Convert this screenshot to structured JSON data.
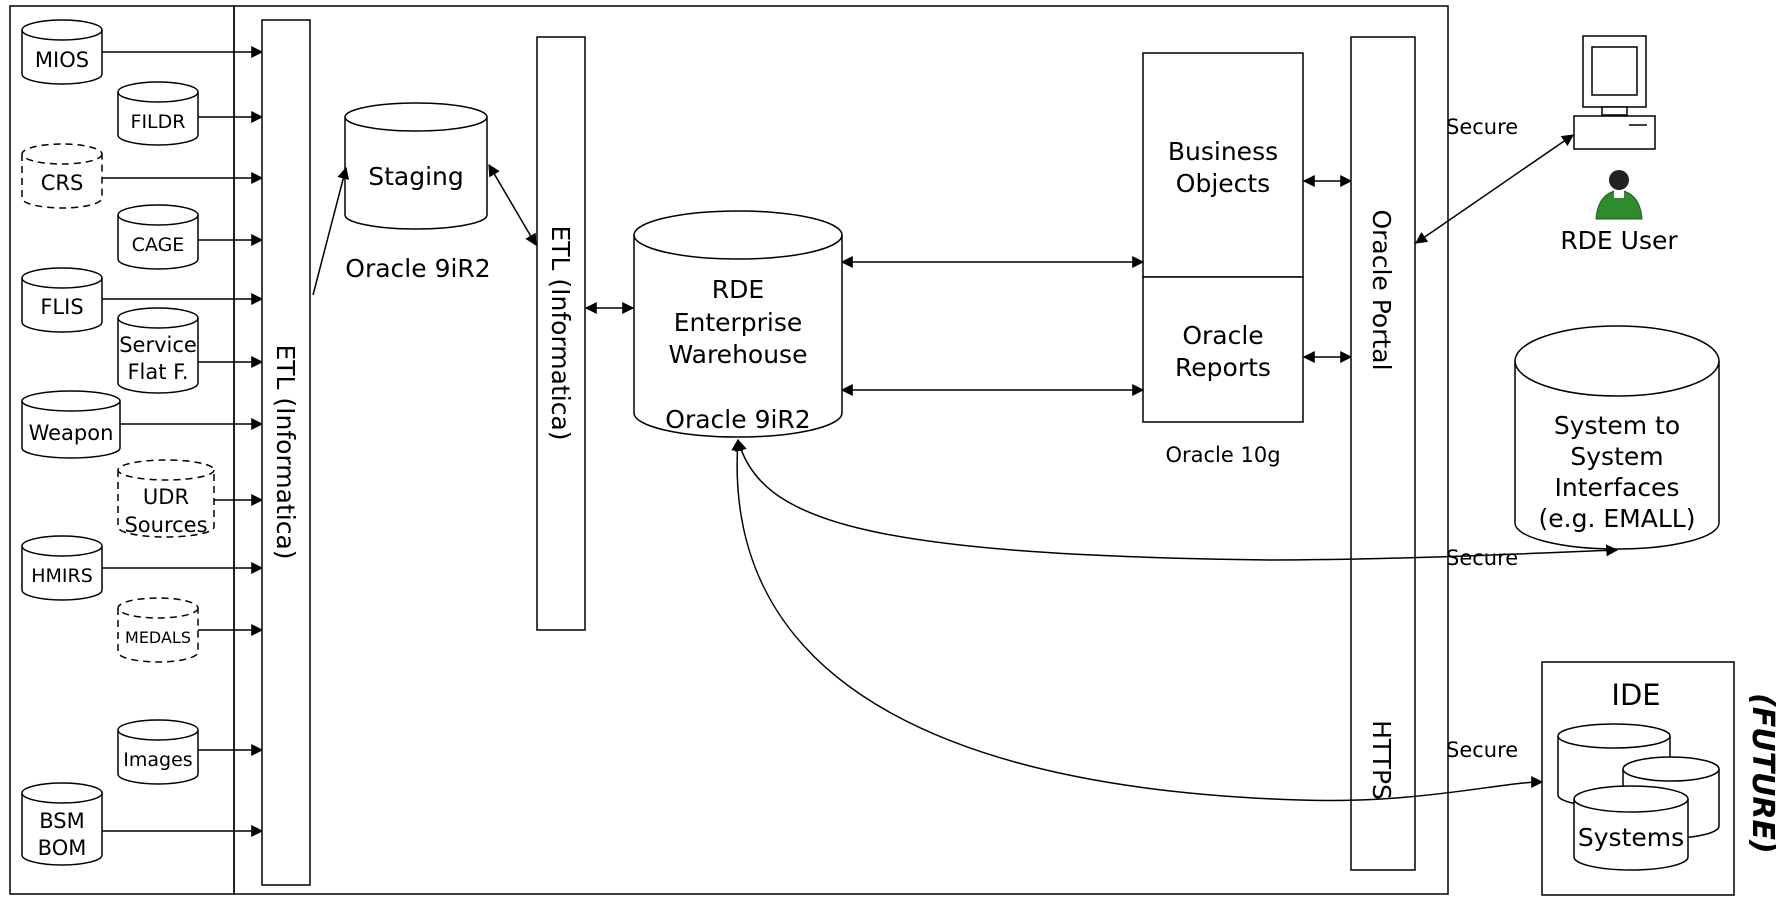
{
  "sources": [
    {
      "label": "MIOS"
    },
    {
      "label": "FILDR"
    },
    {
      "label": "CRS"
    },
    {
      "label": "CAGE"
    },
    {
      "label": "FLIS"
    },
    {
      "label_line1": "Service",
      "label_line2": "Flat F."
    },
    {
      "label": "Weapon"
    },
    {
      "label_line1": "UDR",
      "label_line2": "Sources"
    },
    {
      "label": "HMIRS"
    },
    {
      "label": "MEDALS"
    },
    {
      "label": "Images"
    },
    {
      "label_line1": "BSM",
      "label_line2": "BOM"
    }
  ],
  "etl_left": {
    "label": "ETL (Informatica)"
  },
  "staging": {
    "label": "Staging",
    "platform": "Oracle 9iR2"
  },
  "etl_middle": {
    "label": "ETL (Informatica)"
  },
  "warehouse": {
    "line1": "RDE",
    "line2": "Enterprise",
    "line3": "Warehouse",
    "platform": "Oracle 9iR2"
  },
  "business_objects": {
    "line1": "Business",
    "line2": "Objects"
  },
  "oracle_reports": {
    "line1": "Oracle",
    "line2": "Reports"
  },
  "reporting_platform": "Oracle 10g",
  "portal": {
    "label": "Oracle Portal",
    "protocol": "HTTPS"
  },
  "rde_user": {
    "label": "RDE User",
    "link_label": "Secure"
  },
  "system_interfaces": {
    "line1": "System to",
    "line2": "System",
    "line3": "Interfaces",
    "line4": "(e.g. EMALL)",
    "link_label": "Secure"
  },
  "ide": {
    "title": "IDE",
    "systems_label": "Systems",
    "link_label": "Secure",
    "status": "(FUTURE)"
  },
  "colors": {
    "stroke": "#000000",
    "background": "#ffffff",
    "user_icon_green": "#2e8b2e"
  }
}
